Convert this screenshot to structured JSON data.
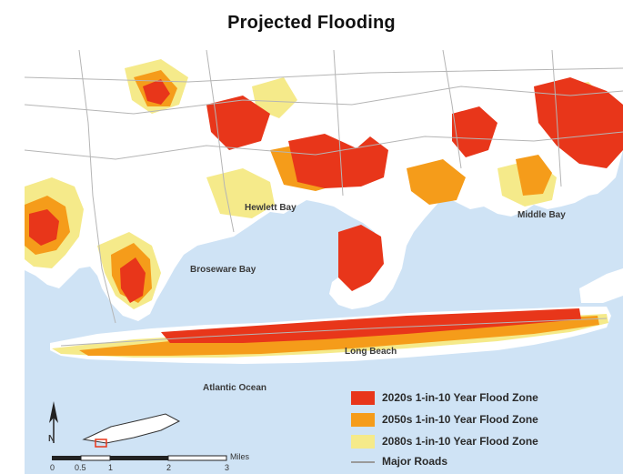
{
  "title": "Projected Flooding",
  "labels": {
    "hewlett_bay": "Hewlett Bay",
    "middle_bay": "Middle Bay",
    "broseware_bay": "Broseware Bay",
    "long_beach": "Long Beach",
    "atlantic_ocean": "Atlantic Ocean"
  },
  "legend": [
    {
      "label": "2020s 1-in-10 Year Flood Zone",
      "color": "#e8361a"
    },
    {
      "label": "2050s 1-in-10 Year Flood Zone",
      "color": "#f59c1a"
    },
    {
      "label": "2080s 1-in-10 Year Flood Zone",
      "color": "#f5ea8a"
    },
    {
      "label": "Major Roads",
      "color": "#9a9a9a"
    }
  ],
  "compass": {
    "letter": "N"
  },
  "scale": {
    "unit": "Miles",
    "ticks": [
      "0",
      "0.5",
      "1",
      "2",
      "3"
    ]
  },
  "colors": {
    "water": "#cfe3f5",
    "land": "#ffffff",
    "road": "#b5b5b5"
  }
}
